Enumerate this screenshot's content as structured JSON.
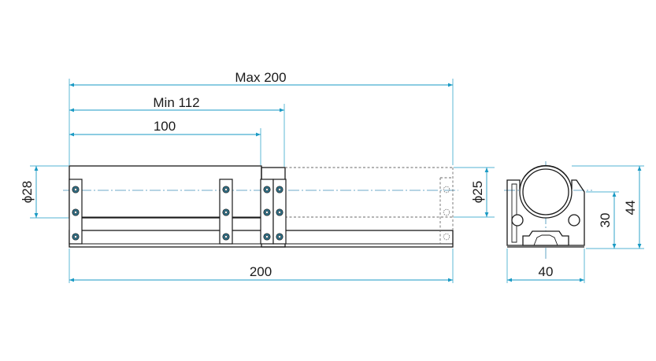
{
  "dimensions": {
    "max_stroke": "Max 200",
    "min_length": "Min 112",
    "stroke": "100",
    "total_length": "200",
    "rod_dia": "ϕ25",
    "tube_dia": "ϕ28",
    "height_axis": "30",
    "height_total": "44",
    "width": "40"
  },
  "colors": {
    "dimension_line": "#1a9ac4",
    "center_line": "#3c8fb8",
    "outline": "#1a1a1a",
    "bolt_fill": "#2e6f86"
  },
  "icons": {
    "bolt": "hex-socket-bolt-icon",
    "tube_section": "tube-cross-section-icon"
  }
}
